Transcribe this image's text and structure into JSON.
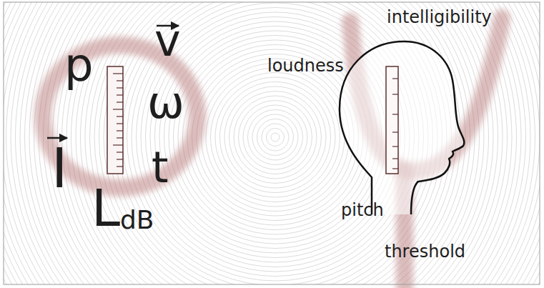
{
  "diagram": {
    "labels": [
      "p",
      "v",
      "ω",
      "I",
      "t",
      "L",
      "dB",
      "intelligibility",
      "loudness",
      "pitch",
      "threshold"
    ]
  }
}
